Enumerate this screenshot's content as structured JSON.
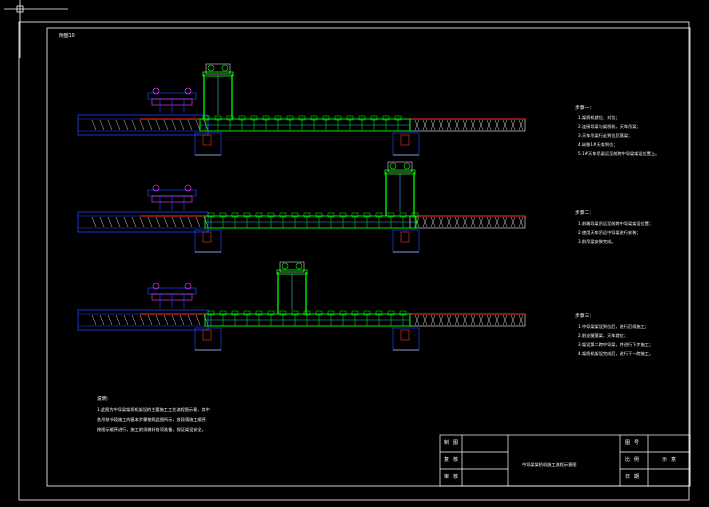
{
  "drawing": {
    "frame_label": "附图10",
    "steps": [
      {
        "title": "步骤一：",
        "lines": [
          "1.架桥机就位、对位；",
          "2.连接导梁与架桥机，天车吊梁；",
          "3.天车吊梁行走到位后落梁；",
          "4.纵移1#天车到位；",
          "5.1#天车吊梁运至前跨中导梁架设位置上。"
        ]
      },
      {
        "title": "步骤二：",
        "lines": [
          "1.前端导梁吊运至前跨中导梁架设位置；",
          "2.使用天车吊运中导梁进行安装；",
          "3.前吊梁安装完成。"
        ]
      },
      {
        "title": "步骤三：",
        "lines": [
          "1.中导梁架设到位后，进行后续施工；",
          "2.前支腿落梁，天车就位；",
          "3.架设第二跨中导梁，并进行下步施工；",
          "4.架桥机架设完成后，进行下一跨施工。"
        ]
      }
    ],
    "notes": {
      "title": "说明：",
      "lines": [
        "1.此图为中导梁架桥机架设的主要施工工艺流程图示意，其中",
        "各吊装节段施工的基本步骤按照此图所示，各段落施工顺序",
        "按图示顺序进行，施工前须做好各项准备，保证架设安全。"
      ]
    },
    "title_block": {
      "left_labels": [
        "制图",
        "复核",
        "审核"
      ],
      "drawing_title": "中导梁架桥机施工流程示意图",
      "right_labels": [
        "图号",
        "比例",
        "日期"
      ],
      "scale_value": "示意",
      "drawing_no": "",
      "date": ""
    }
  },
  "colors": {
    "background": "#000000",
    "frame": "#ffffff",
    "green": "#00ff00",
    "blue": "#2040ff",
    "red": "#ff3030",
    "magenta": "#ff40ff",
    "cyan": "#40e0ff"
  }
}
